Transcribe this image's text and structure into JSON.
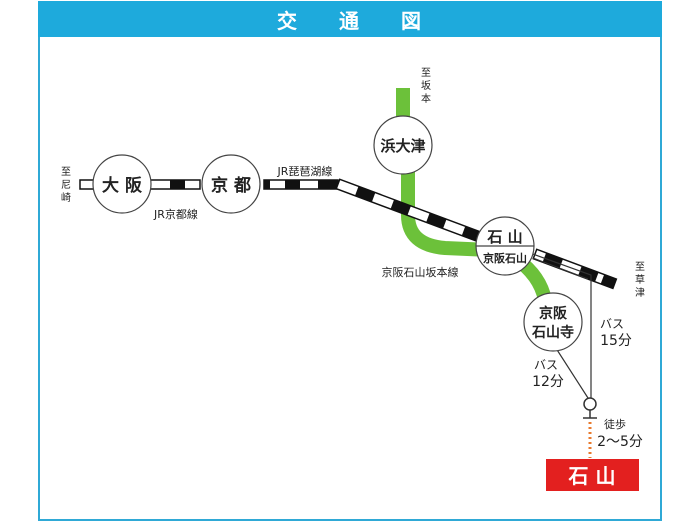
{
  "title": {
    "chars": [
      "交",
      "通",
      "図"
    ],
    "text": "交通図"
  },
  "colors": {
    "header_bg": "#1eaadc",
    "frame_border": "#2fa9d6",
    "keihan_line": "#6cc13a",
    "jr_line_dark": "#111111",
    "destination_bg": "#e3201f",
    "walk_dots": "#e87a2e"
  },
  "stations": {
    "osaka": "大 阪",
    "kyoto": "京 都",
    "hama_otsu": "浜大津",
    "ishiyama_jr": "石 山",
    "keihan_ishiyama": "京阪石山",
    "keihan_ishiyamadera_line1": "京阪",
    "keihan_ishiyamadera_line2": "石山寺"
  },
  "directions": {
    "to_amagasaki": [
      "至",
      "尼",
      "崎"
    ],
    "to_sakamoto": [
      "至",
      "坂",
      "本"
    ],
    "to_kusatsu": [
      "至",
      "草",
      "津"
    ]
  },
  "lines": {
    "jr_kyoto": "JR京都線",
    "jr_biwako": "JR琵琶湖線",
    "keihan_ishiyama_sakamoto": "京阪石山坂本線"
  },
  "routes": {
    "bus_from_ishiyama": {
      "mode": "バス",
      "time": "15分"
    },
    "bus_from_ishiyamadera": {
      "mode": "バス",
      "time": "12分"
    },
    "walk": {
      "mode": "徒歩",
      "time": "2〜5分"
    }
  },
  "destination": {
    "label": "石 山"
  }
}
